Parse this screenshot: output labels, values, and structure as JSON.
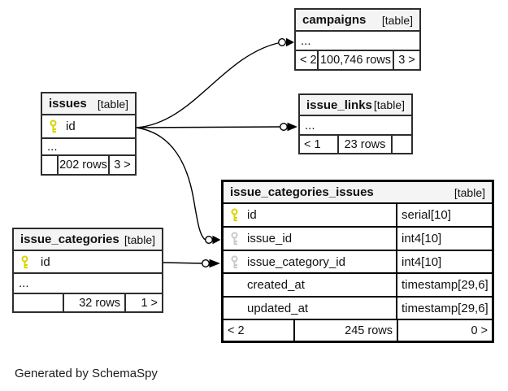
{
  "page": {
    "credit": "Generated by SchemaSpy"
  },
  "colors": {
    "primary_key": "#d9d400",
    "foreign_key": "#c9c9c9",
    "header_bg": "#f4f4f4",
    "border": "#2d2d2d",
    "emphasized_border": "#000000"
  },
  "tables": {
    "campaigns": {
      "name": "campaigns",
      "tag": "[table]",
      "ellipsis": "...",
      "footer": {
        "left": "< 2",
        "center": "100,746 rows",
        "right": "3 >"
      }
    },
    "issues": {
      "name": "issues",
      "tag": "[table]",
      "pk_column": "id",
      "ellipsis": "...",
      "footer": {
        "left": "",
        "center": "202 rows",
        "right": "3 >"
      }
    },
    "issue_links": {
      "name": "issue_links",
      "tag": "[table]",
      "ellipsis": "...",
      "footer": {
        "left": "< 1",
        "center": "23 rows",
        "right": ""
      }
    },
    "issue_categories": {
      "name": "issue_categories",
      "tag": "[table]",
      "pk_column": "id",
      "ellipsis": "...",
      "footer": {
        "left": "",
        "center": "32 rows",
        "right": "1 >"
      }
    },
    "issue_categories_issues": {
      "name": "issue_categories_issues",
      "tag": "[table]",
      "columns": [
        {
          "name": "id",
          "type": "serial[10]",
          "key": "primary"
        },
        {
          "name": "issue_id",
          "type": "int4[10]",
          "key": "foreign"
        },
        {
          "name": "issue_category_id",
          "type": "int4[10]",
          "key": "foreign"
        },
        {
          "name": "created_at",
          "type": "timestamp[29,6]",
          "key": "none"
        },
        {
          "name": "updated_at",
          "type": "timestamp[29,6]",
          "key": "none"
        }
      ],
      "footer": {
        "left": "< 2",
        "center": "245 rows",
        "right": "0 >"
      }
    }
  },
  "relationships": [
    {
      "from": "issues.id",
      "to": "campaigns",
      "endpoint": "circle-arrow"
    },
    {
      "from": "issues.id",
      "to": "issue_links",
      "endpoint": "circle-arrow"
    },
    {
      "from": "issues.id",
      "to": "issue_categories_issues.issue_id",
      "endpoint": "circle-arrow"
    },
    {
      "from": "issue_categories.id",
      "to": "issue_categories_issues.issue_category_id",
      "endpoint": "circle-arrow"
    }
  ]
}
